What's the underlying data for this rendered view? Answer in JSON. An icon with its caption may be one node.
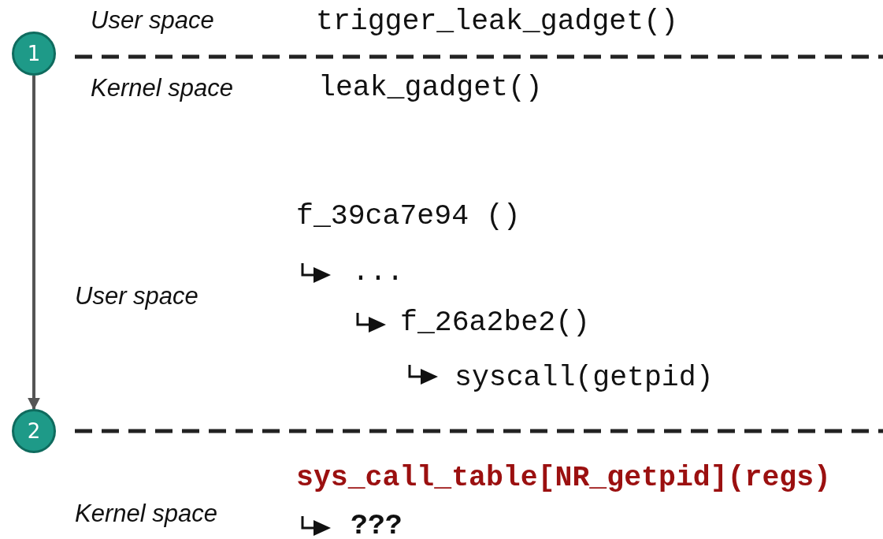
{
  "diagram": {
    "nodes": [
      {
        "text": [
          "1"
        ]
      },
      {
        "text": [
          "2"
        ]
      }
    ],
    "edges": [
      {
        "from": 0,
        "to": 1,
        "arrow": "to"
      }
    ],
    "labels": [
      "User space",
      "trigger_leak_gadget()",
      "Kernel space",
      "leak_gadget()",
      "f_39ca7e94 ()",
      "...",
      "User space",
      "f_26a2be2()",
      "syscall(getpid)",
      "sys_call_table[NR_getpid](regs)",
      "Kernel space",
      "???"
    ]
  }
}
